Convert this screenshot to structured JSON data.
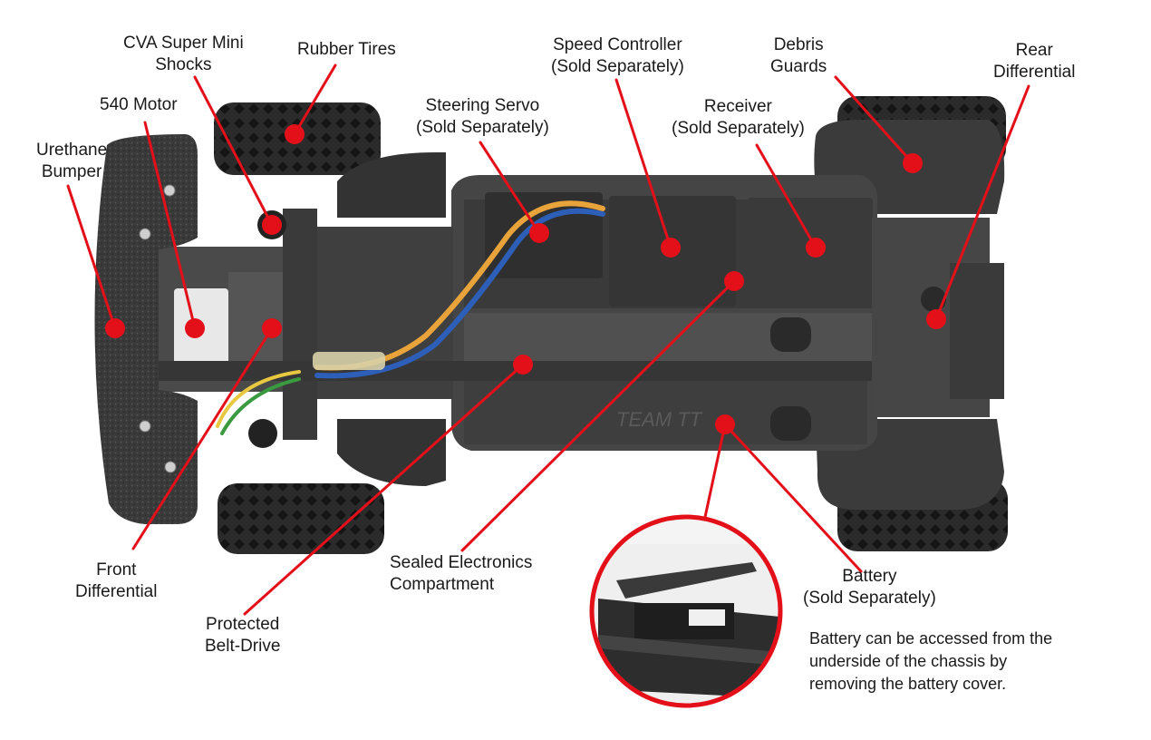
{
  "diagram": {
    "accent_color": "#e3101a",
    "labels": {
      "cva_shocks": [
        "CVA Super Mini",
        "Shocks"
      ],
      "rubber_tires": [
        "Rubber Tires"
      ],
      "motor_540": [
        "540 Motor"
      ],
      "urethane_bumper": [
        "Urethane",
        "Bumper"
      ],
      "steering_servo": [
        "Steering Servo",
        "(Sold Separately)"
      ],
      "speed_controller": [
        "Speed Controller",
        "(Sold Separately)"
      ],
      "receiver": [
        "Receiver",
        "(Sold Separately)"
      ],
      "debris_guards": [
        "Debris",
        "Guards"
      ],
      "rear_differential": [
        "Rear",
        "Differential"
      ],
      "front_differential": [
        "Front",
        "Differential"
      ],
      "protected_belt_drive": [
        "Protected",
        "Belt-Drive"
      ],
      "sealed_electronics": [
        "Sealed Electronics",
        "Compartment"
      ],
      "battery": [
        "Battery",
        "(Sold Separately)"
      ]
    },
    "battery_note": [
      "Battery can be accessed from the",
      "underside of the chassis by",
      "removing the battery cover."
    ],
    "icons": [
      "rc-car-chassis-illustration",
      "battery-cover-inset-photo"
    ]
  }
}
